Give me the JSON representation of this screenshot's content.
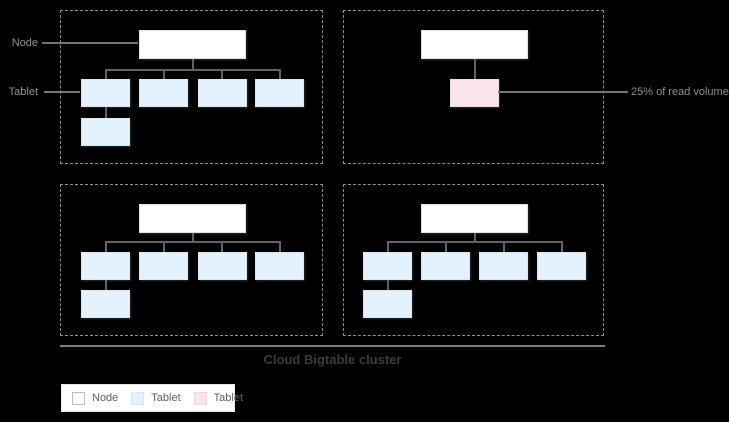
{
  "caption": "Cloud Bigtable cluster",
  "callouts": {
    "node_label": "Node",
    "tablet_label": "Tablet",
    "read_volume_label": "25% of read volume"
  },
  "legend": {
    "items": [
      {
        "label": "Node",
        "color": "#ffffff"
      },
      {
        "label": "Tablet",
        "color": "#e3f2fd"
      },
      {
        "label": "Tablet",
        "color": "#fce4ec"
      }
    ]
  },
  "diagram": {
    "cluster_caption": "Cloud Bigtable cluster",
    "nodes": [
      {
        "position": "top-left",
        "tablet_count": 5,
        "hot_tablet_count": 0
      },
      {
        "position": "top-right",
        "tablet_count": 1,
        "hot_tablet_count": 1,
        "annotation": "25% of read volume"
      },
      {
        "position": "bottom-left",
        "tablet_count": 5,
        "hot_tablet_count": 0
      },
      {
        "position": "bottom-right",
        "tablet_count": 5,
        "hot_tablet_count": 0
      }
    ]
  },
  "colors": {
    "background": "#000000",
    "node_fill": "#ffffff",
    "tablet_fill": "#e3f2fd",
    "hot_tablet_fill": "#fce4ec",
    "box_border": "#e0e0e0",
    "connector": "#5f6368",
    "dashed_border": "#8f8f8f",
    "pointer_text": "#919191",
    "caption_text": "#3a3c3f",
    "legend_text": "#616161"
  }
}
